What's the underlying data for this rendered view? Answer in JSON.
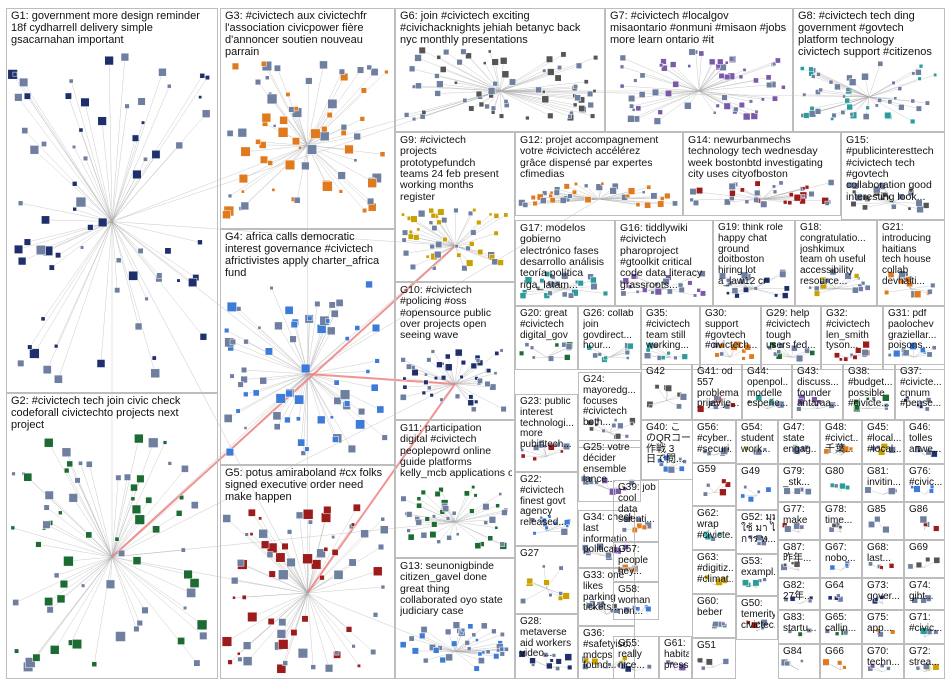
{
  "colors": {
    "cell_border": "#bdbdbd",
    "edge": "#a8a8a8",
    "highlight_edge": "#f08080",
    "text": "#111111",
    "group_palette": [
      "#1f2f6b",
      "#1c6b33",
      "#e07a1f",
      "#3d7bd9",
      "#9c1b1b",
      "#555555",
      "#7a5aa8",
      "#2a9c9c",
      "#c9a200"
    ]
  },
  "groups": [
    {
      "id": "G1",
      "label": "G1: government more design reminder\n18f cydharrell delivery simple\ngsacarnahan important"
    },
    {
      "id": "G2",
      "label": "G2: #civictech tech join civic check\ncodeforall civictechto projects next\nproject"
    },
    {
      "id": "G3",
      "label": "G3: #civictech aux civictechfr\nl'association civicpower fière\nd'annoncer soutien nouveau\nparrain"
    },
    {
      "id": "G4",
      "label": "G4: africa calls democratic\ninterest governance #civictech\nafrictivistes apply charter_africa\nfund"
    },
    {
      "id": "G5",
      "label": "G5: potus amiraboland #cx folks\nsigned executive order need\nmake happen"
    },
    {
      "id": "G6",
      "label": "G6: join #civictech exciting\n#civichacknights jehiah betanyc back\nnyc monthly presentations"
    },
    {
      "id": "G7",
      "label": "G7: #civictech #localgov\nmisaontario #onmuni #misaon #jobs\nmore learn ontario #it"
    },
    {
      "id": "G8",
      "label": "G8: #civictech tech ding\ngovernment #govtech\nplatform technology\ncivictech support #citizenos"
    },
    {
      "id": "G9",
      "label": "G9: #civictech\nprojects\nprototypefundch\nteams 24 feb present\nworking months\nregister"
    },
    {
      "id": "G10",
      "label": "G10: #civictech\n#policing #oss\n#opensource public\nover projects open\nseeing wave"
    },
    {
      "id": "G11",
      "label": "G11: participation\ndigital #civictech\npeoplepowrd online\nguide platforms\nkelly_mcb applications open"
    },
    {
      "id": "G12",
      "label": "G12: projet accompagnement\nvotre #civictech accélérez\ngrâce dispensé par expertes\ncfimedias"
    },
    {
      "id": "G13",
      "label": "G13: seunonigbinde\ncitizen_gavel done\ngreat thing\ncollaborated oyo state\njudiciary case"
    },
    {
      "id": "G14",
      "label": "G14: newurbanmechs\ntechnology tech wednesday\nweek bostonbtd investigating\ncity uses cityofboston"
    },
    {
      "id": "G15",
      "label": "G15:\n#publicinteresttech\n#civictech tech\n#govtech\ncollaboration good\ninteresting look..."
    },
    {
      "id": "G16",
      "label": "G16: tiddlywiki\n#civictech\npharoproject\n#gtoolkit critical\ncode data literacy\ngrassroots..."
    },
    {
      "id": "G17",
      "label": "G17: modelos\ngobierno\nelectrónico fases\ndesarrollo análisis\nteoría política\nriga_latam..."
    },
    {
      "id": "G18",
      "label": "G18:\ncongratulatio...\njoshkimux\nteam oh useful\naccessibility\nresource..."
    },
    {
      "id": "G19",
      "label": "G19: think role\nhappy chat\nground\ndoitboston\nhiring lot\na_law12 cr"
    },
    {
      "id": "G20",
      "label": "G20: great\n#civictech\ndigital_gov"
    },
    {
      "id": "G21",
      "label": "G21:\nintroducing\nhaitians\ntech house\ncollab\ndevhaiti..."
    },
    {
      "id": "G22",
      "label": "G22:\n#civictech\nfinest govt\nagency\nreleased..."
    },
    {
      "id": "G23",
      "label": "G23: public\ninterest\ntechnologi...\nmore\npubintech..."
    },
    {
      "id": "G24",
      "label": "G24:\nmayoredg...\nfocuses\n#civictech\nboth..."
    },
    {
      "id": "G25",
      "label": "G25: votre\ndécider\nensemble\nlance..."
    },
    {
      "id": "G26",
      "label": "G26: collab\njoin\ngovdirect...\nhour..."
    },
    {
      "id": "G27",
      "label": "G27"
    },
    {
      "id": "G28",
      "label": "G28:\nmetaverse\naid workers\nvideo..."
    },
    {
      "id": "G29",
      "label": "G29: help\n#civictech\ntough\nusers fed..."
    },
    {
      "id": "G30",
      "label": "G30:\nsupport\n#govtech\n#civictech..."
    },
    {
      "id": "G31",
      "label": "G31: pdf\npaolochev\ngraziellar...\npoisons..."
    },
    {
      "id": "G32",
      "label": "G32:\n#civictech\nlen_smith\ntyson..."
    },
    {
      "id": "G33",
      "label": "G33: one\nlikes\nparking\ntickets..."
    },
    {
      "id": "G34",
      "label": "G34: check\nlast\ninformatio...\npolitical..."
    },
    {
      "id": "G35",
      "label": "G35:\n#civictech\nteam still\nworking..."
    },
    {
      "id": "G36",
      "label": "G36:\n#safetyiso...\nmdcps\nfound..."
    },
    {
      "id": "G37",
      "label": "G37:\n#civicte...\ncnnum\n#pense..."
    },
    {
      "id": "G38",
      "label": "G38:\n#budget...\npossible\n#civicte..."
    },
    {
      "id": "G39",
      "label": "G39: job\ncool\ndata\nscienti..."
    },
    {
      "id": "G40",
      "label": "G40: こ\nのQRコード\n作戦 3\n日で閲..."
    },
    {
      "id": "G41",
      "label": "G41: od\n557\nproblemadelle\nprijavlje..."
    },
    {
      "id": "G42",
      "label": "G42"
    },
    {
      "id": "G43",
      "label": "G43:\ndiscuss...\nfounder\nantaraa..."
    },
    {
      "id": "G44",
      "label": "G44:\nopenpol...\nmodelle\nesperie..."
    },
    {
      "id": "G45",
      "label": "G45:\n#local...\n#local..."
    },
    {
      "id": "G46",
      "label": "G46:\ntolles\nanwe..."
    },
    {
      "id": "G47",
      "label": "G47:\nstate\nengag..."
    },
    {
      "id": "G48",
      "label": "G48:\n#civict...\n千葉..."
    },
    {
      "id": "G49",
      "label": "G49"
    },
    {
      "id": "G50",
      "label": "G50:\ntemerity...\ncivictec..."
    },
    {
      "id": "G51",
      "label": "G51"
    },
    {
      "id": "G52",
      "label": "G52: มุม\nใช้ มา ได้\nการ ท..."
    },
    {
      "id": "G53",
      "label": "G53:\nexampl..."
    },
    {
      "id": "G54",
      "label": "G54:\nstudent\nwork..."
    },
    {
      "id": "G55",
      "label": "G55:\nreally\nnice..."
    },
    {
      "id": "G56",
      "label": "G56:\n#cyber...\n#securi..."
    },
    {
      "id": "G57",
      "label": "G57:\npeople\nhey..."
    },
    {
      "id": "G58",
      "label": "G58:\nwoman\nnon..."
    },
    {
      "id": "G59",
      "label": "G59"
    },
    {
      "id": "G60",
      "label": "G60:\nbeber"
    },
    {
      "id": "G61",
      "label": "G61:\nhabitan...\npresse..."
    },
    {
      "id": "G62",
      "label": "G62:\nwrap\n#civicte..."
    },
    {
      "id": "G63",
      "label": "G63:\n#digitiz...\n#climat..."
    },
    {
      "id": "G64",
      "label": "G64"
    },
    {
      "id": "G65",
      "label": "G65:\ncallin..."
    },
    {
      "id": "G66",
      "label": "G66"
    },
    {
      "id": "G67",
      "label": "G67:\nnobo..."
    },
    {
      "id": "G68",
      "label": "G68:\nlast..."
    },
    {
      "id": "G69",
      "label": "G69"
    },
    {
      "id": "G70",
      "label": "G70:\ntechn..."
    },
    {
      "id": "G71",
      "label": "G71:\n#civic..."
    },
    {
      "id": "G72",
      "label": "G72:\nstrea..."
    },
    {
      "id": "G73",
      "label": "G73:\ngover..."
    },
    {
      "id": "G74",
      "label": "G74:\ngibt..."
    },
    {
      "id": "G75",
      "label": "G75:\napp..."
    },
    {
      "id": "G76",
      "label": "G76:\n#civic..."
    },
    {
      "id": "G77",
      "label": "G77:\nmake"
    },
    {
      "id": "G78",
      "label": "G78:\ntime..."
    },
    {
      "id": "G79",
      "label": "G79:\n_stk..."
    },
    {
      "id": "G80",
      "label": "G80"
    },
    {
      "id": "G81",
      "label": "G81:\ninvitin..."
    },
    {
      "id": "G82",
      "label": "G82:\n27年..."
    },
    {
      "id": "G83",
      "label": "G83:\nstartu..."
    },
    {
      "id": "G84",
      "label": "G84"
    },
    {
      "id": "G85",
      "label": "G85"
    },
    {
      "id": "G86",
      "label": "G86"
    },
    {
      "id": "G87",
      "label": "G87:\n昨年..."
    }
  ]
}
